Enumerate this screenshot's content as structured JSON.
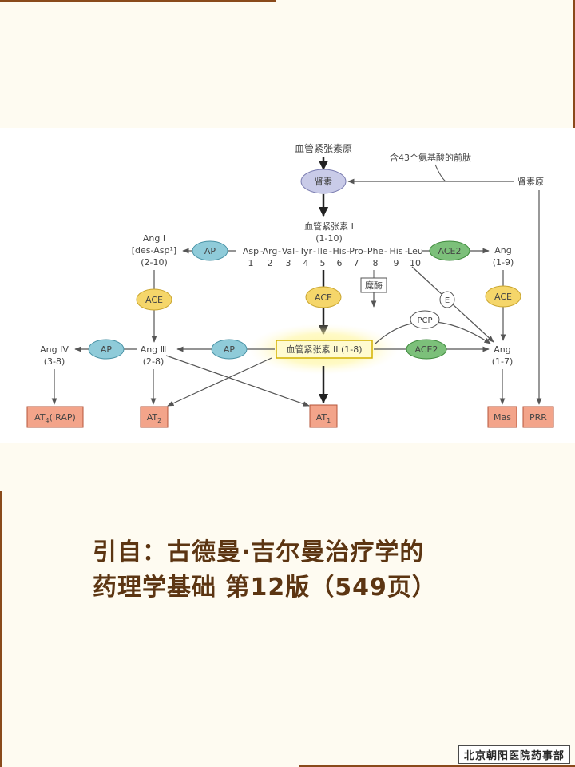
{
  "diagram": {
    "top_label": "血管紧张素原",
    "renin_label": "肾素",
    "precursor_note": "含43个氨基酸的前肽",
    "prorenin_label": "肾素原",
    "ang1_name": "血管紧张素 I",
    "ang1_range": "(1-10)",
    "sequence": [
      "Asp",
      "Arg",
      "Val",
      "Tyr",
      "Ile",
      "His",
      "Pro",
      "Phe",
      "His",
      "Leu"
    ],
    "sequence_numbers": [
      "1",
      "2",
      "3",
      "4",
      "5",
      "6",
      "7",
      "8",
      "9",
      "10"
    ],
    "chymase_label": "糜酶",
    "left_product_line1": "Ang I",
    "left_product_line2": "[des-Asp¹]",
    "left_product_line3": "(2-10)",
    "ang19_line1": "Ang",
    "ang19_line2": "(1-9)",
    "ap_label": "AP",
    "ace_label": "ACE",
    "ace2_label": "ACE2",
    "e_label": "E",
    "pcp_label": "PCP",
    "ang2_box_label": "血管紧张素 II (1-8)",
    "ang3_line1": "Ang Ⅲ",
    "ang3_line2": "(2-8)",
    "ang4_line1": "Ang IV",
    "ang4_line2": "(3-8)",
    "ang17_line1": "Ang",
    "ang17_line2": "(1-7)",
    "receptors": {
      "at4_main": "AT",
      "at4_sub": "4",
      "at4_suffix": "(IRAP)",
      "at2_main": "AT",
      "at2_sub": "2",
      "at1_main": "AT",
      "at1_sub": "1",
      "mas": "Mas",
      "prr": "PRR"
    }
  },
  "caption": {
    "line1": "引自：古德曼·吉尔曼治疗学的",
    "line2": "药理学基础 第12版（549页）"
  },
  "watermark": "北京朝阳医院药事部",
  "colors": {
    "ap_fill": "#8fcbd9",
    "ace_fill": "#f5d66a",
    "ace2_fill": "#7cc07a",
    "renin_fill": "#c9cbe8",
    "receptor_fill": "#f3a48a",
    "frame": "#8a4a1b",
    "caption_text": "#5c3512"
  }
}
